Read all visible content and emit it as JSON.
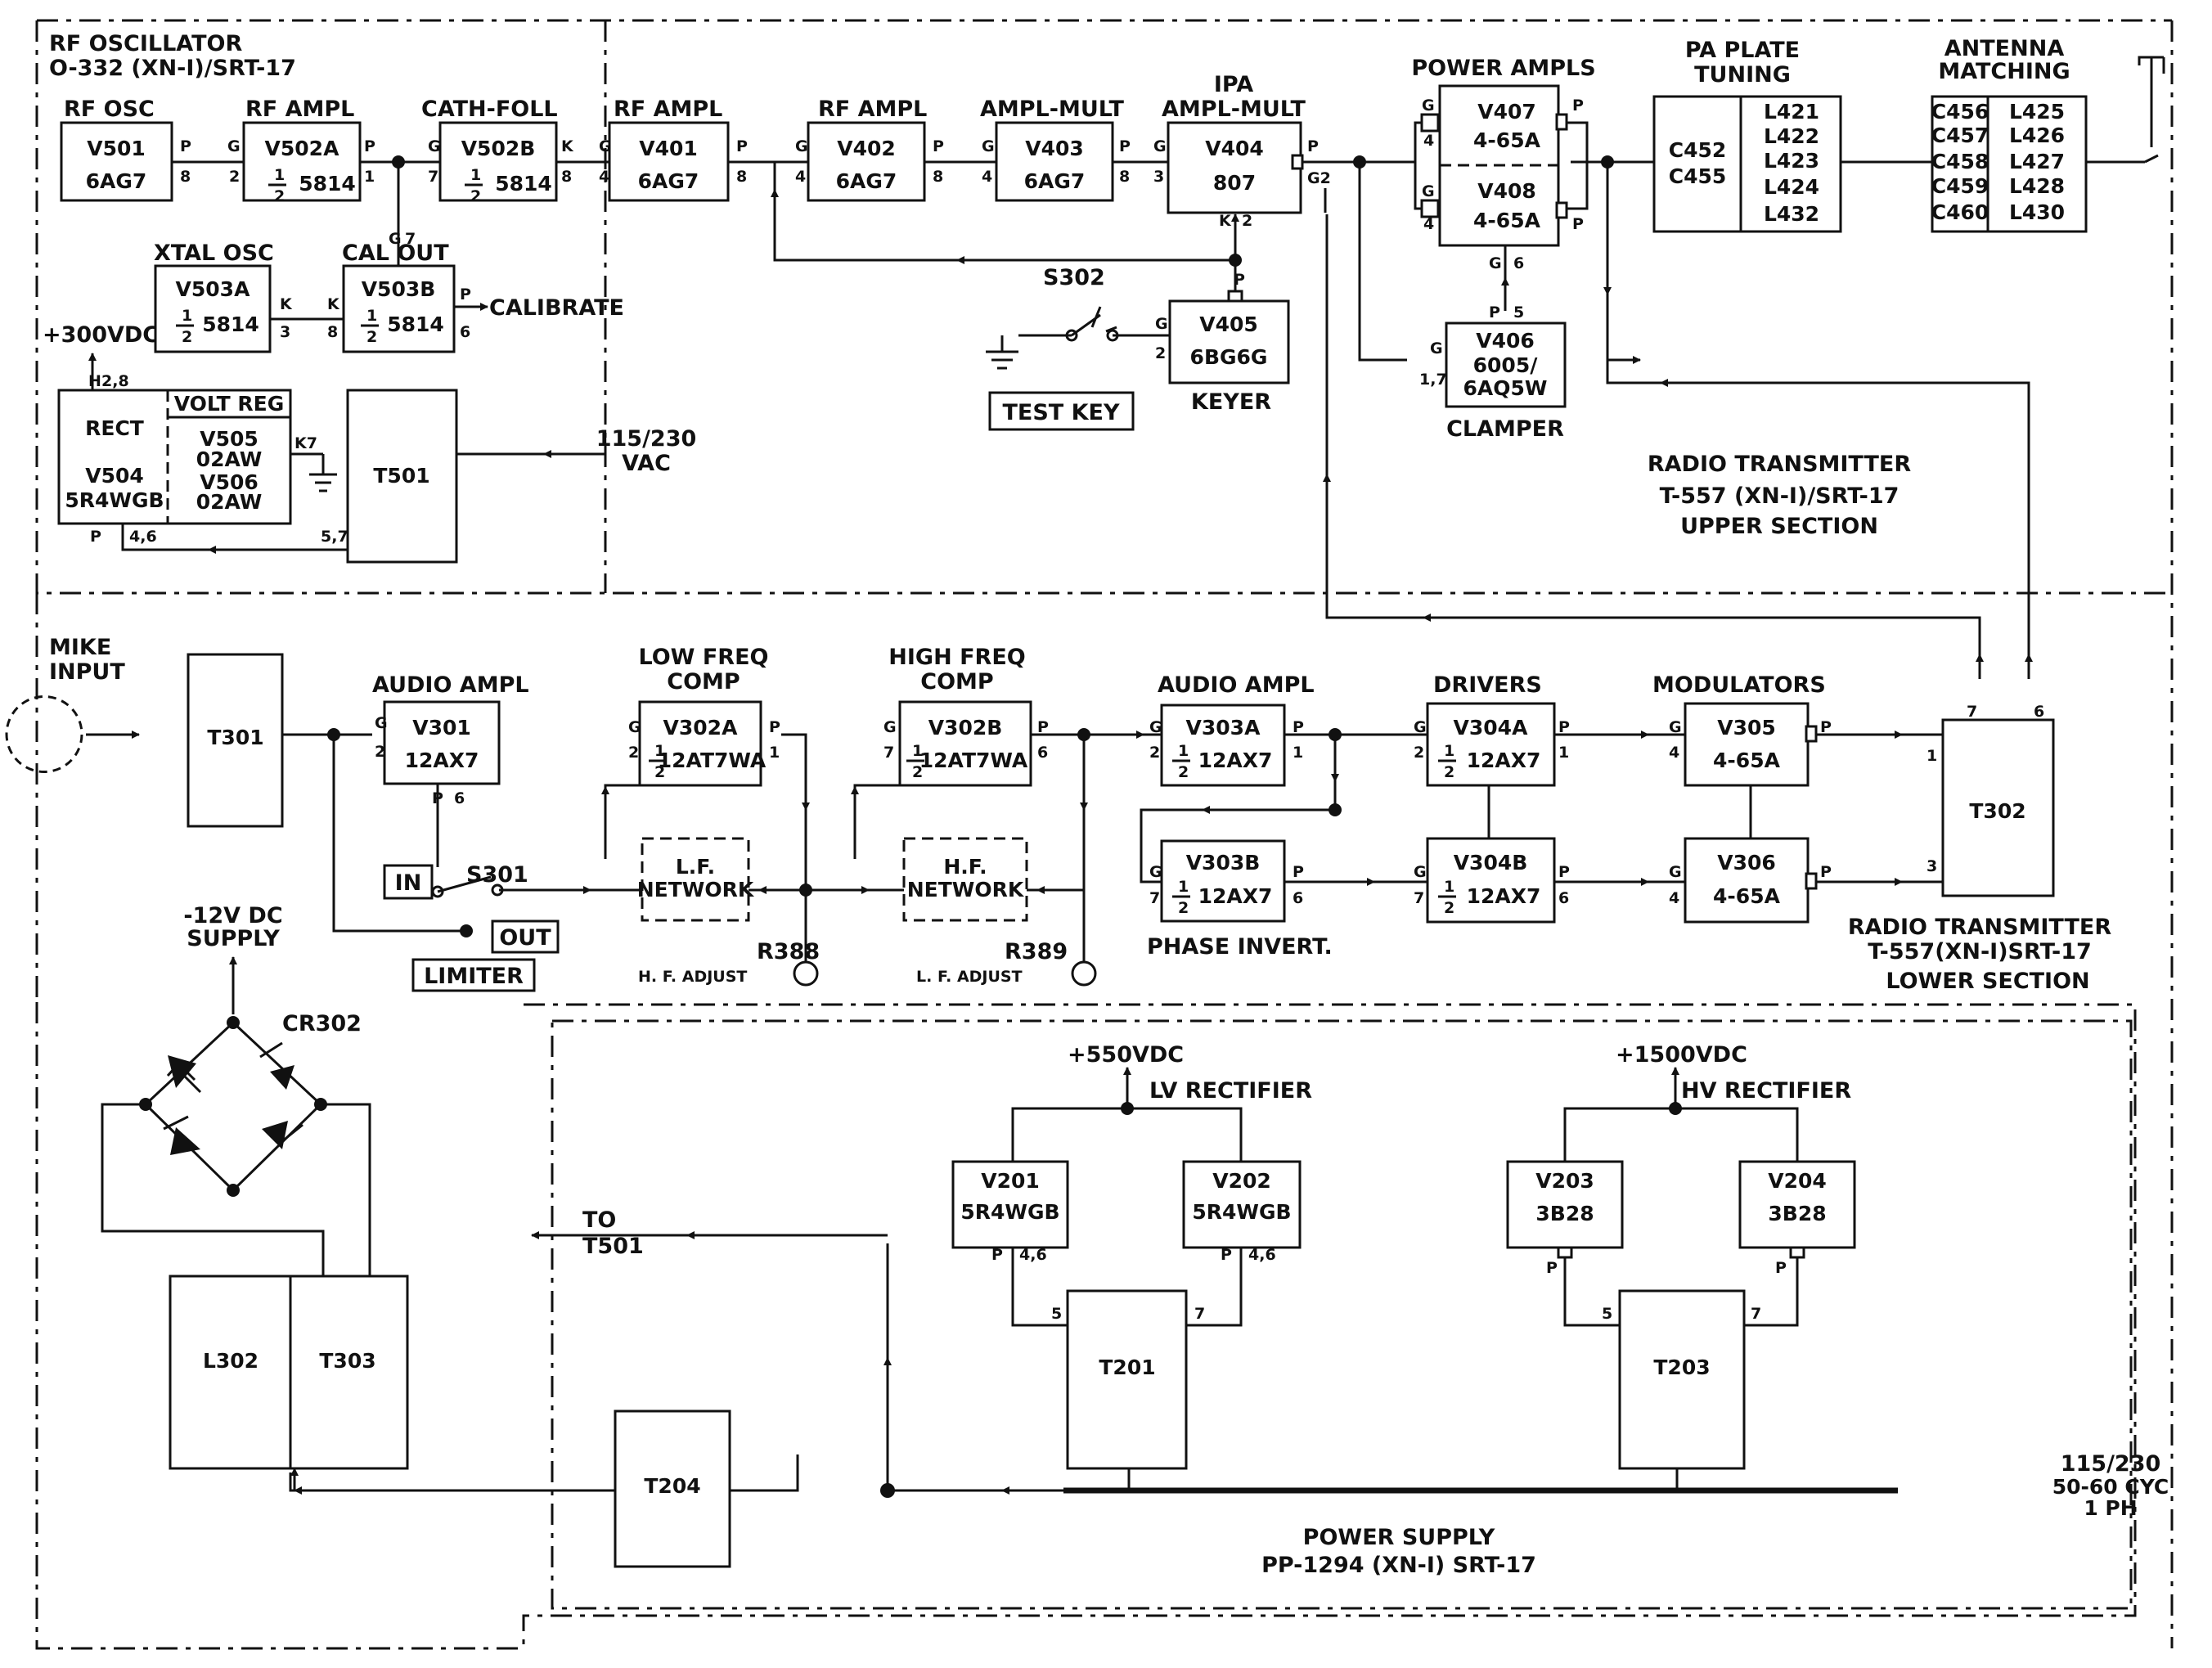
{
  "sections": {
    "rf_osc": [
      "RF OSCILLATOR",
      "O-332 (XN-I)/SRT-17"
    ],
    "upper": [
      "RADIO TRANSMITTER",
      "T-557 (XN-I)/SRT-17",
      "UPPER SECTION"
    ],
    "lower": [
      "RADIO TRANSMITTER",
      "T-557(XN-I)SRT-17",
      "LOWER SECTION"
    ],
    "power": [
      "POWER SUPPLY",
      "PP-1294 (XN-I) SRT-17"
    ]
  },
  "stage_labels": {
    "rf_osc": "RF OSC",
    "rf_ampl_1": "RF AMPL",
    "cath_foll": "CATH-FOLL",
    "rf_ampl_2": "RF AMPL",
    "rf_ampl_3": "RF AMPL",
    "ampl_mult": "AMPL-MULT",
    "ipa": [
      "IPA",
      "AMPL-MULT"
    ],
    "power_ampls": "POWER AMPLS",
    "pa_plate": [
      "PA PLATE",
      "TUNING"
    ],
    "antenna": [
      "ANTENNA",
      "MATCHING"
    ],
    "xtal_osc": "XTAL OSC",
    "cal_out": "CAL OUT",
    "calibrate": "CALIBRATE",
    "b_plus": "+300VDC",
    "keyer": "KEYER",
    "clamper": "CLAMPER",
    "test_key": "TEST KEY",
    "s302": "S302",
    "ac_in": [
      "115/230",
      "VAC"
    ],
    "mike": [
      "MIKE",
      "INPUT"
    ],
    "audio_ampl_1": "AUDIO AMPL",
    "low_freq": [
      "LOW FREQ",
      "COMP"
    ],
    "high_freq": [
      "HIGH FREQ",
      "COMP"
    ],
    "audio_ampl_2": "AUDIO AMPL",
    "drivers": "DRIVERS",
    "modulators": "MODULATORS",
    "phase_invert": "PHASE INVERT.",
    "s301": "S301",
    "in": "IN",
    "out": "OUT",
    "limiter": "LIMITER",
    "r388": "R388",
    "r389": "R389",
    "hf_adjust": "H. F. ADJUST",
    "lf_adjust": "L. F. ADJUST",
    "minus12": [
      "-12V DC",
      "SUPPLY"
    ],
    "cr302": "CR302",
    "plus550": "+550VDC",
    "lv_rect": "LV RECTIFIER",
    "plus1500": "+1500VDC",
    "hv_rect": "HV RECTIFIER",
    "to_t501": [
      "TO",
      "T501"
    ],
    "mains": [
      "115/230",
      "50-60 CYC",
      "1 PH"
    ]
  },
  "tubes": {
    "V501": [
      "V501",
      "6AG7"
    ],
    "V502A": [
      "V502A",
      "5814"
    ],
    "V502B": [
      "V502B",
      "5814"
    ],
    "V401": [
      "V401",
      "6AG7"
    ],
    "V402": [
      "V402",
      "6AG7"
    ],
    "V403": [
      "V403",
      "6AG7"
    ],
    "V404": [
      "V404",
      "807"
    ],
    "V407": [
      "V407",
      "4-65A"
    ],
    "V408": [
      "V408",
      "4-65A"
    ],
    "V503A": [
      "V503A",
      "5814"
    ],
    "V503B": [
      "V503B",
      "5814"
    ],
    "V405": [
      "V405",
      "6BG6G"
    ],
    "V406": [
      "V406",
      "6005/",
      "6AQ5W"
    ],
    "V301": [
      "V301",
      "12AX7"
    ],
    "V302A": [
      "V302A",
      "12AT7WA"
    ],
    "V302B": [
      "V302B",
      "12AT7WA"
    ],
    "V303A": [
      "V303A",
      "12AX7"
    ],
    "V303B": [
      "V303B",
      "12AX7"
    ],
    "V304A": [
      "V304A",
      "12AX7"
    ],
    "V304B": [
      "V304B",
      "12AX7"
    ],
    "V305": [
      "V305",
      "4-65A"
    ],
    "V306": [
      "V306",
      "4-65A"
    ],
    "V201": [
      "V201",
      "5R4WGB"
    ],
    "V202": [
      "V202",
      "5R4WGB"
    ],
    "V203": [
      "V203",
      "3B28"
    ],
    "V204": [
      "V204",
      "3B28"
    ]
  },
  "components": {
    "pa_tuning": [
      "C452",
      "C455",
      "L421",
      "L422",
      "L423",
      "L424",
      "L432"
    ],
    "ant_match": [
      "C456",
      "C457",
      "C458",
      "C459",
      "C460",
      "L425",
      "L426",
      "L427",
      "L428",
      "L430"
    ],
    "rect": [
      "RECT",
      "V504",
      "5R4WGB"
    ],
    "volt_reg": [
      "VOLT REG",
      "V505",
      "02AW",
      "V506",
      "02AW"
    ],
    "T501": "T501",
    "T301": "T301",
    "T302": "T302",
    "T201": "T201",
    "T203": "T203",
    "T204": "T204",
    "L302": "L302",
    "T303": "T303",
    "lf_net": [
      "L.F.",
      "NETWORK"
    ],
    "hf_net": [
      "H.F.",
      "NETWORK"
    ]
  },
  "pins": {
    "half": "1",
    "half_den": "2",
    "P": "P",
    "G": "G",
    "K": "K",
    "H": "H",
    "n1": "1",
    "n2": "2",
    "n3": "3",
    "n4": "4",
    "n5": "5",
    "n6": "6",
    "n7": "7",
    "n8": "8",
    "n17": "1,7",
    "n28": "2,8",
    "n46": "4,6",
    "n57": "5,7",
    "G2": "G2",
    "K7": "K7"
  }
}
